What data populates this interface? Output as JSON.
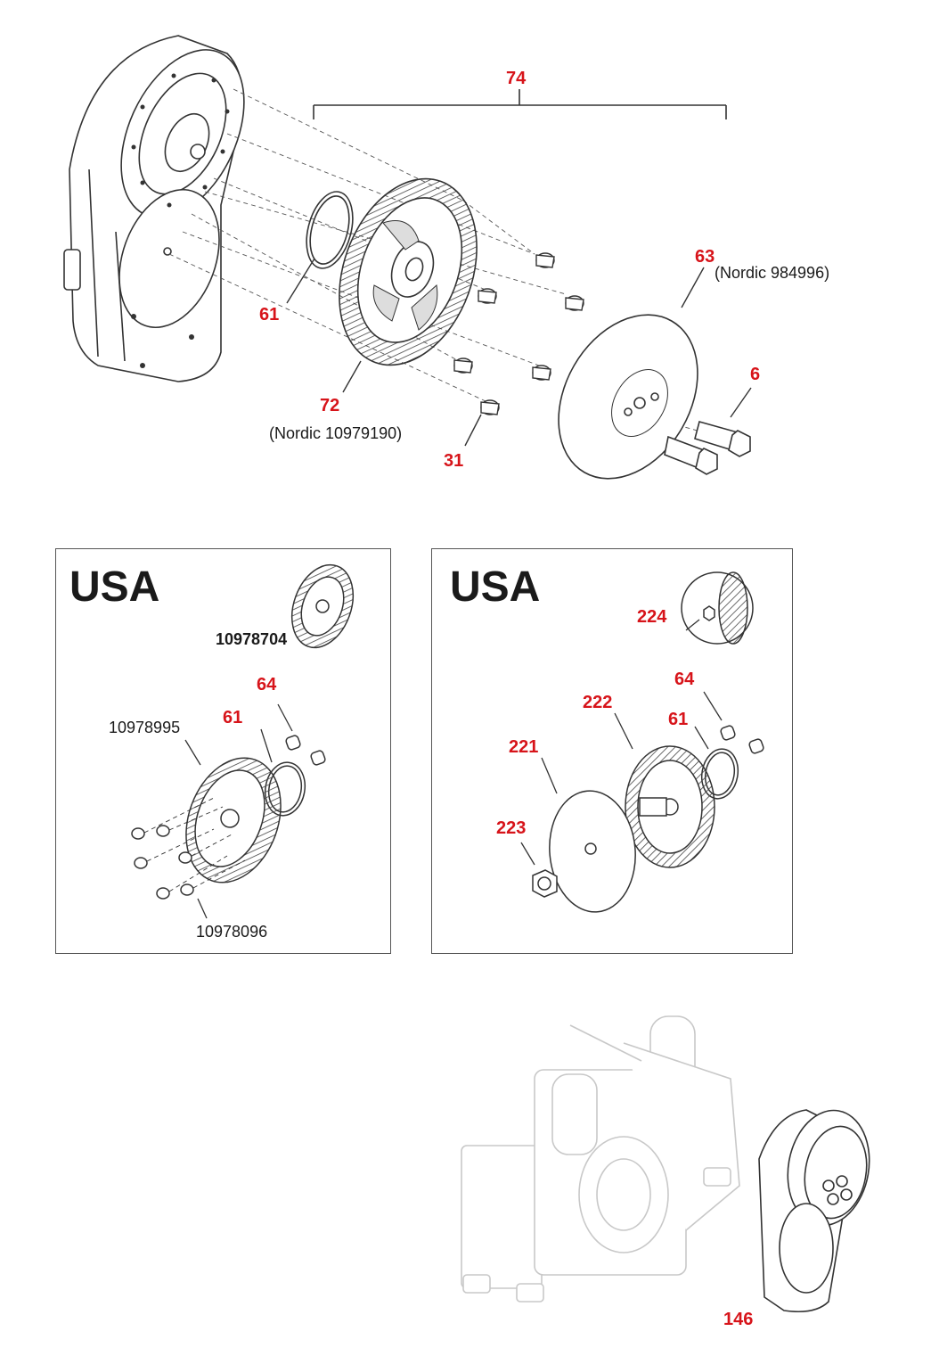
{
  "top_assembly": {
    "callouts": {
      "c74": "74",
      "c63": "63",
      "c61": "61",
      "c72": "72",
      "c31": "31",
      "c6": "6"
    },
    "notes": {
      "n63": "(Nordic 984996)",
      "n72": "(Nordic 10979190)"
    }
  },
  "usa_left": {
    "heading": "USA",
    "part_10978704": "10978704",
    "part_10978995": "10978995",
    "part_10978096": "10978096",
    "callouts": {
      "c64": "64",
      "c61": "61"
    }
  },
  "usa_right": {
    "heading": "USA",
    "callouts": {
      "c224": "224",
      "c64": "64",
      "c222": "222",
      "c61": "61",
      "c221": "221",
      "c223": "223"
    }
  },
  "bottom_assembly": {
    "callouts": {
      "c146": "146"
    }
  },
  "colors": {
    "callout_red": "#d7141a",
    "line_gray": "#333333",
    "faded_gray": "#c8c8c8"
  }
}
